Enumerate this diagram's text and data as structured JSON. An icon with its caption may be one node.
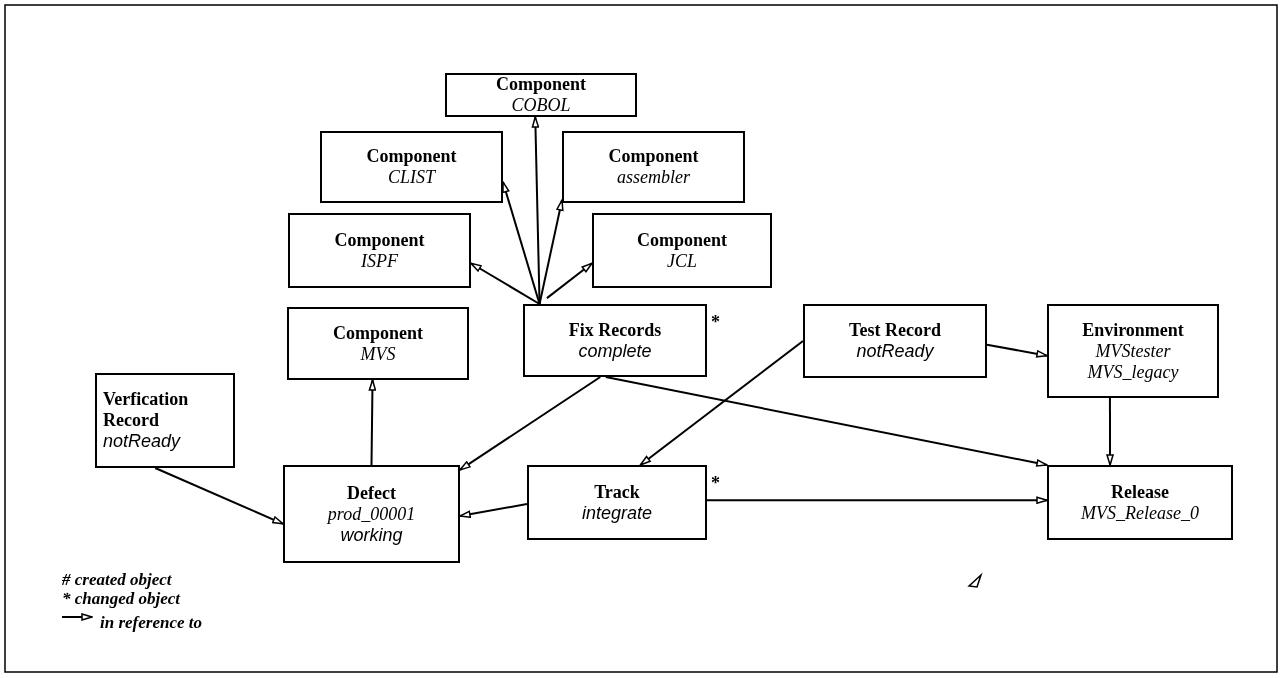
{
  "diagram": {
    "nodes": [
      {
        "text": [
          "Component",
          "COBOL"
        ]
      },
      {
        "text": [
          "Component",
          "CLIST"
        ]
      },
      {
        "text": [
          "Component",
          "assembler"
        ]
      },
      {
        "text": [
          "Component",
          "ISPF"
        ]
      },
      {
        "text": [
          "Component",
          "JCL"
        ]
      },
      {
        "text": [
          "Component",
          "MVS"
        ]
      },
      {
        "text": [
          "Fix Records",
          "complete"
        ],
        "beside": [
          "*"
        ]
      },
      {
        "text": [
          "Test Record",
          "notReady"
        ]
      },
      {
        "text": [
          "Environment",
          "MVStester",
          "MVS_legacy"
        ]
      },
      {
        "text": [
          "Verfication Record",
          "notReady"
        ]
      },
      {
        "text": [
          "Defect",
          "prod_00001",
          "working"
        ]
      },
      {
        "text": [
          "Track",
          "integrate"
        ],
        "beside": [
          "*"
        ]
      },
      {
        "text": [
          "Release",
          "MVS_Release_0"
        ]
      }
    ],
    "edges": [
      {
        "from": 6,
        "to": 0,
        "arrow": "to"
      },
      {
        "from": 6,
        "to": 1,
        "arrow": "to"
      },
      {
        "from": 6,
        "to": 2,
        "arrow": "to"
      },
      {
        "from": 6,
        "to": 3,
        "arrow": "to"
      },
      {
        "from": 6,
        "to": 4,
        "arrow": "to"
      },
      {
        "from": 10,
        "to": 5,
        "arrow": "to"
      },
      {
        "from": 6,
        "to": 10,
        "arrow": "to"
      },
      {
        "from": 6,
        "to": 12,
        "arrow": "to"
      },
      {
        "from": 7,
        "to": 11,
        "arrow": "to"
      },
      {
        "from": 7,
        "to": 8,
        "arrow": "to"
      },
      {
        "from": 8,
        "to": 12,
        "arrow": "to"
      },
      {
        "from": 9,
        "to": 10,
        "arrow": "to"
      },
      {
        "from": 11,
        "to": 10,
        "arrow": "to"
      },
      {
        "from": 11,
        "to": 12,
        "arrow": "to"
      }
    ],
    "labels": [
      "# created object",
      "* changed object"
    ],
    "legend": [
      {
        "text": "in reference to"
      }
    ]
  }
}
